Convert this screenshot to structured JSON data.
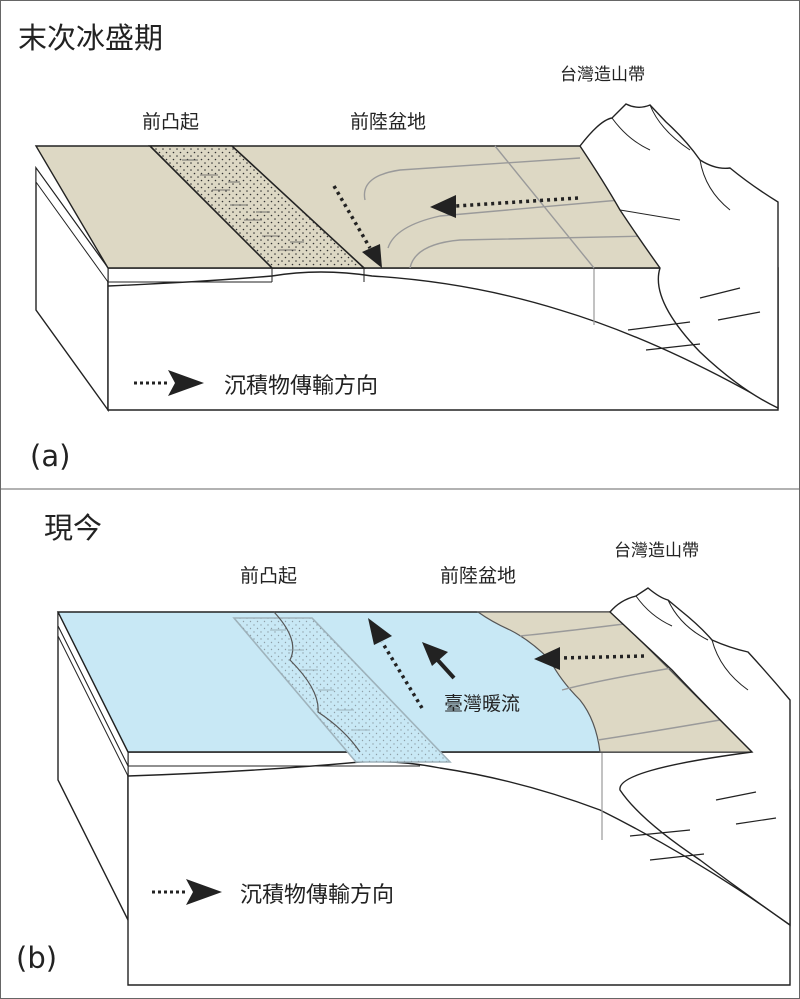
{
  "panel_a": {
    "title": "末次冰盛期",
    "label_forebulge": "前凸起",
    "label_foreland_basin": "前陸盆地",
    "label_orogen": "台灣造山帶",
    "legend_text": "沉積物傳輸方向",
    "panel_letter": "(a)"
  },
  "panel_b": {
    "title": "現今",
    "label_forebulge": "前凸起",
    "label_foreland_basin": "前陸盆地",
    "label_orogen": "台灣造山帶",
    "label_current": "臺灣暖流",
    "legend_text": "沉積物傳輸方向",
    "panel_letter": "(b)"
  },
  "colors": {
    "land": "#ddd8c4",
    "sea": "#c8e8f5",
    "ink": "#222222",
    "grid": "#9a9a9a",
    "forebulge_faded": "#9fb3bc"
  }
}
